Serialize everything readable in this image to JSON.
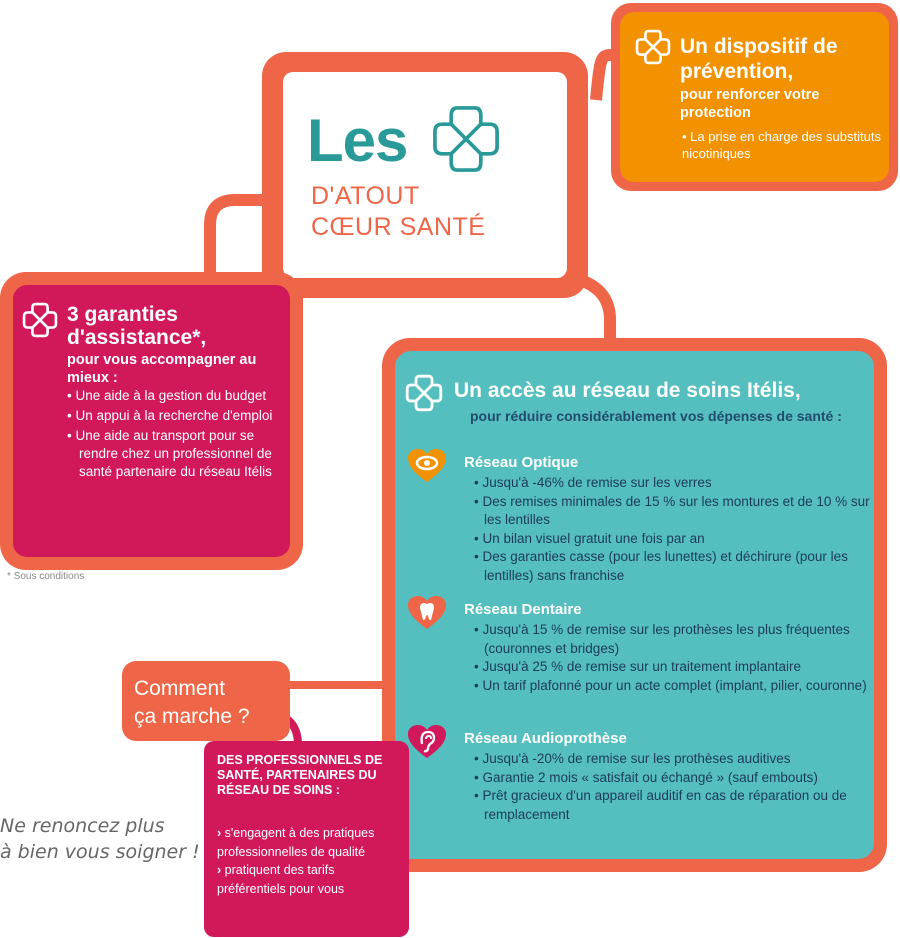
{
  "logo": {
    "les": "Les",
    "line1": "D'ATOUT",
    "line2": "CŒUR SANTÉ",
    "colors": {
      "teal": "#2a9a98",
      "coral": "#ee6547"
    }
  },
  "prevention": {
    "title": "Un dispositif de prévention,",
    "subtitle": "pour renforcer votre protection",
    "bullet": "• La prise en charge des substituts nicotiniques",
    "color": "#f39200"
  },
  "assistance": {
    "title": "3 garanties d'assistance*,",
    "subtitle": "pour vous accompagner au mieux :",
    "items": [
      "• Une aide à la gestion du budget",
      "• Un appui à la recherche d'emploi",
      "• Une aide au transport pour se rendre chez un professionnel de santé partenaire du réseau Itélis"
    ],
    "footnote": "* Sous conditions",
    "color": "#d1185a"
  },
  "reseau": {
    "title": "Un accès au réseau de soins Itélis,",
    "subtitle": "pour réduire considérablement vos dépenses de santé :",
    "color": "#55bfbf",
    "networks": [
      {
        "icon": "eye-icon",
        "heart_color": "#f39200",
        "title": "Réseau Optique",
        "items": [
          "• Jusqu'à -46% de remise sur les verres",
          "• Des remises minimales de 15 % sur les montures et de 10 % sur les lentilles",
          "• Un bilan visuel gratuit une fois par an",
          "• Des garanties casse (pour les lunettes) et déchirure (pour les lentilles) sans franchise"
        ]
      },
      {
        "icon": "tooth-icon",
        "heart_color": "#ee6547",
        "title": "Réseau Dentaire",
        "items": [
          "• Jusqu'à 15 % de remise sur les prothèses les plus fréquentes (couronnes et bridges)",
          "• Jusqu'à 25 % de remise sur un traitement implantaire",
          "• Un tarif plafonné pour un acte complet (implant, pilier, couronne)"
        ]
      },
      {
        "icon": "ear-icon",
        "heart_color": "#d1185a",
        "title": "Réseau Audioprothèse",
        "items": [
          "• Jusqu'à -20% de remise sur les prothèses auditives",
          "• Garantie 2 mois « satisfait ou échangé » (sauf embouts)",
          "• Prêt gracieux d'un appareil auditif en cas de réparation ou de remplacement"
        ]
      }
    ]
  },
  "comment": {
    "line1": "Comment",
    "line2": "ça marche ?"
  },
  "professionals": {
    "title": "DES PROFESSIONNELS DE SANTÉ, PARTENAIRES DU RÉSEAU DE SOINS :",
    "items": [
      "s'engagent à des pratiques professionnelles de qualité",
      "pratiquent des tarifs préférentiels pour vous"
    ]
  },
  "tagline": {
    "line1": "Ne renoncez plus",
    "line2": "à bien vous soigner !"
  }
}
